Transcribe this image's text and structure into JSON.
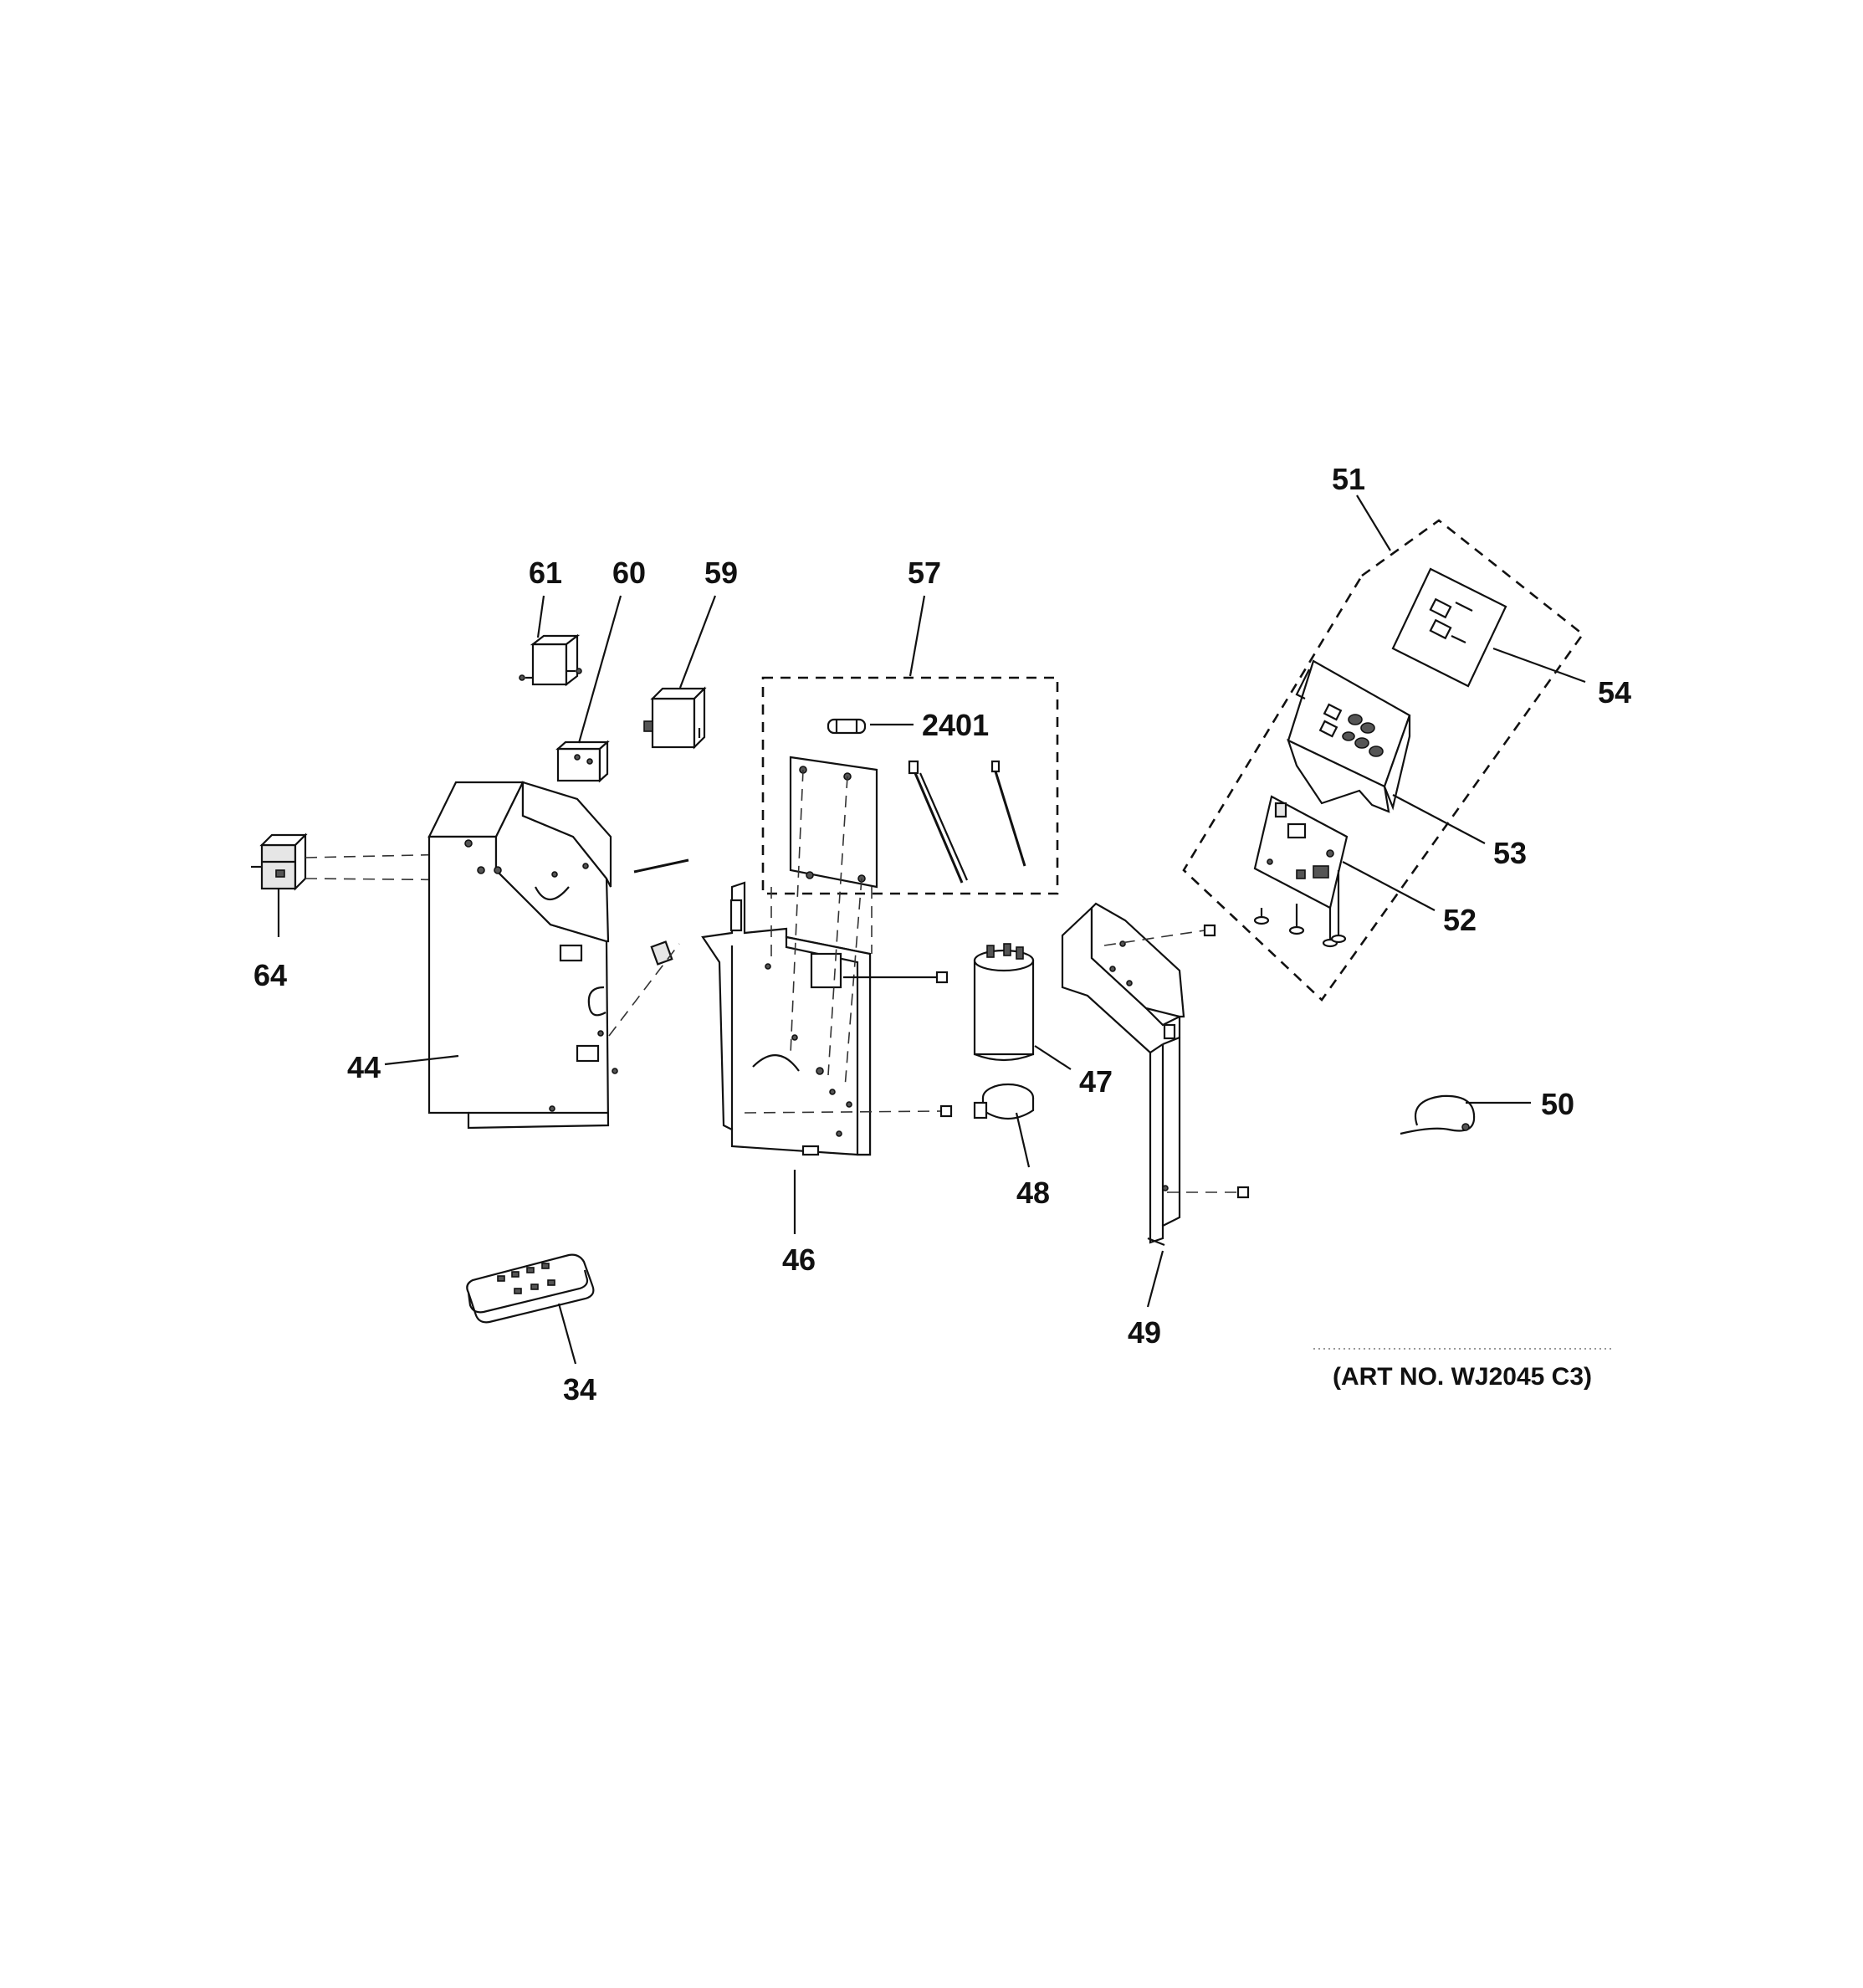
{
  "diagram": {
    "art_number": "(ART NO. WJ2045 C3)",
    "parts": [
      {
        "id": "p34",
        "number": "34"
      },
      {
        "id": "p44",
        "number": "44"
      },
      {
        "id": "p46",
        "number": "46"
      },
      {
        "id": "p47",
        "number": "47"
      },
      {
        "id": "p48",
        "number": "48"
      },
      {
        "id": "p49",
        "number": "49"
      },
      {
        "id": "p50",
        "number": "50"
      },
      {
        "id": "p51",
        "number": "51"
      },
      {
        "id": "p52",
        "number": "52"
      },
      {
        "id": "p53",
        "number": "53"
      },
      {
        "id": "p54",
        "number": "54"
      },
      {
        "id": "p57",
        "number": "57"
      },
      {
        "id": "p59",
        "number": "59"
      },
      {
        "id": "p60",
        "number": "60"
      },
      {
        "id": "p61",
        "number": "61"
      },
      {
        "id": "p64",
        "number": "64"
      },
      {
        "id": "p2401",
        "number": "2401"
      }
    ]
  }
}
